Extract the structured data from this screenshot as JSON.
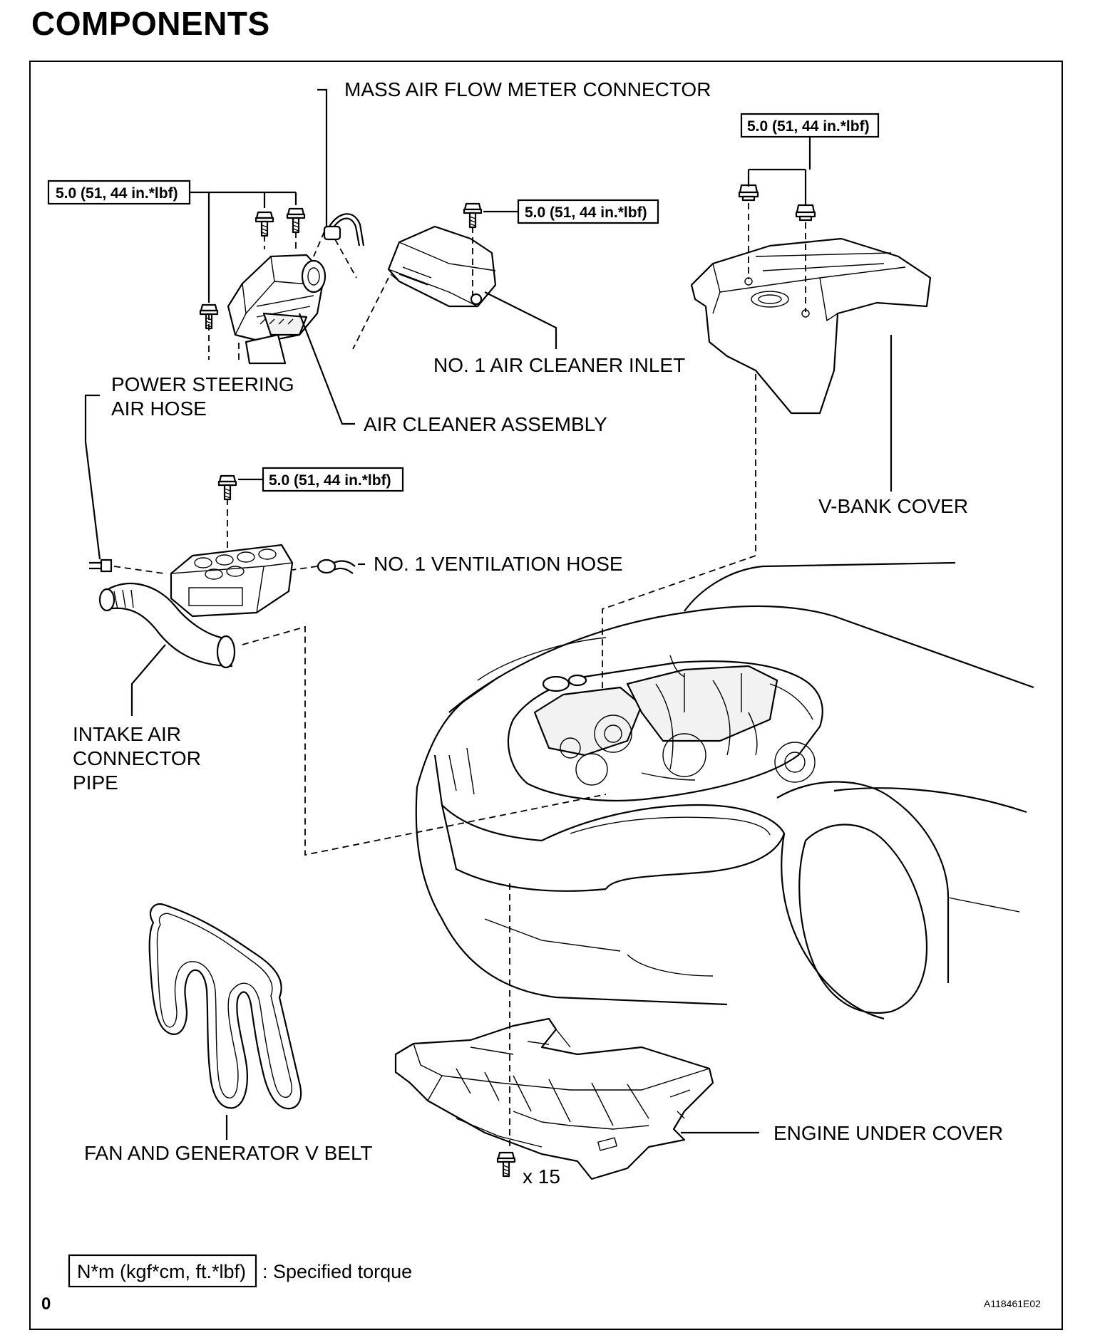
{
  "title": "COMPONENTS",
  "labels": {
    "mass_air_flow_meter_connector": "MASS AIR FLOW METER CONNECTOR",
    "no1_air_cleaner_inlet": "NO. 1 AIR CLEANER INLET",
    "power_steering_air_hose_line1": "POWER STEERING",
    "power_steering_air_hose_line2": "AIR HOSE",
    "air_cleaner_assembly": "AIR CLEANER ASSEMBLY",
    "v_bank_cover": "V-BANK COVER",
    "no1_ventilation_hose": "NO. 1 VENTILATION HOSE",
    "intake_air_connector_pipe_line1": "INTAKE AIR",
    "intake_air_connector_pipe_line2": "CONNECTOR",
    "intake_air_connector_pipe_line3": "PIPE",
    "fan_and_generator_v_belt": "FAN AND GENERATOR V BELT",
    "engine_under_cover": "ENGINE UNDER COVER",
    "bolt_count": "x 15"
  },
  "torque_specs": {
    "air_cleaner_bolts": "5.0 (51, 44 in.*lbf)",
    "inlet_bolt": "5.0 (51, 44 in.*lbf)",
    "v_bank_cover_nuts": "5.0 (51, 44 in.*lbf)",
    "intake_pipe_bolt": "5.0 (51, 44 in.*lbf)"
  },
  "legend": {
    "symbol_text": "N*m (kgf*cm, ft.*lbf)",
    "description": ": Specified torque"
  },
  "footer": {
    "page_marker": "0",
    "figure_id": "A118461E02"
  }
}
